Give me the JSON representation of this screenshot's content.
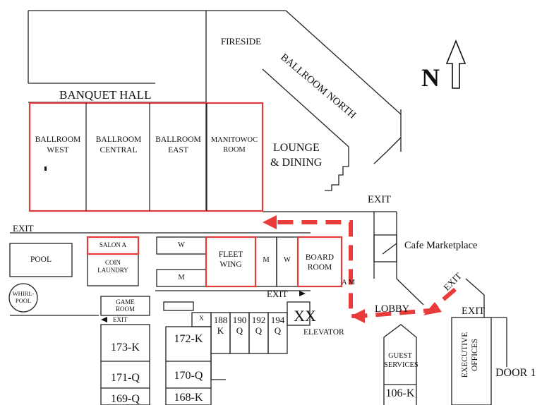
{
  "north": {
    "letter": "N"
  },
  "highlight_color": "#e23b3b",
  "route_color": "#ea3b3b",
  "rooms": {
    "banquet_hall": "BANQUET HALL",
    "fireside": "FIRESIDE",
    "ballroom_north": "BALLROOM NORTH",
    "ballroom_west": [
      "BALLROOM",
      "WEST"
    ],
    "ballroom_central": [
      "BALLROOM",
      "CENTRAL"
    ],
    "ballroom_east": [
      "BALLROOM",
      "EAST"
    ],
    "manitowoc_room": [
      "MANITOWOC",
      "ROOM"
    ],
    "lounge_dining": [
      "LOUNGE",
      "& DINING"
    ],
    "exit_right_upper": "EXIT",
    "exit_left": "EXIT",
    "pool": "POOL",
    "salon_a": "SALON A",
    "coin_laundry": [
      "COIN",
      "LAUNDRY"
    ],
    "w_upper": "W",
    "m_lower": "M",
    "fleet_wing": [
      "FLEET",
      "WING"
    ],
    "m_small": "M",
    "w_small": "W",
    "board_room": [
      "BOARD",
      "ROOM"
    ],
    "cafe_marketplace": "Cafe Marketplace",
    "whirlpool": [
      "WHIRL-",
      "POOL"
    ],
    "game_room": [
      "GAME",
      "ROOM"
    ],
    "exit_game": "EXIT",
    "exit_center": "EXIT",
    "am_partial": "A M",
    "lobby": "LOBBY",
    "exit_diag": "EXIT",
    "exit_right_lower": "EXIT",
    "x_box": "X",
    "r188": [
      "188",
      "K"
    ],
    "r190": [
      "190",
      "Q"
    ],
    "r192": [
      "192",
      "Q"
    ],
    "r194": [
      "194",
      "Q"
    ],
    "xx": "XX",
    "elevator": "ELEVATOR",
    "r173": "173-K",
    "r172": "172-K",
    "r171": "171-Q",
    "r170": "170-Q",
    "r169": "169-Q",
    "r168": "168-K",
    "guest_services": [
      "GUEST",
      "SERVICES"
    ],
    "r106": "106-K",
    "executive_offices": [
      "EXECUTIVE",
      "OFFICES"
    ],
    "door1": "DOOR 1"
  }
}
